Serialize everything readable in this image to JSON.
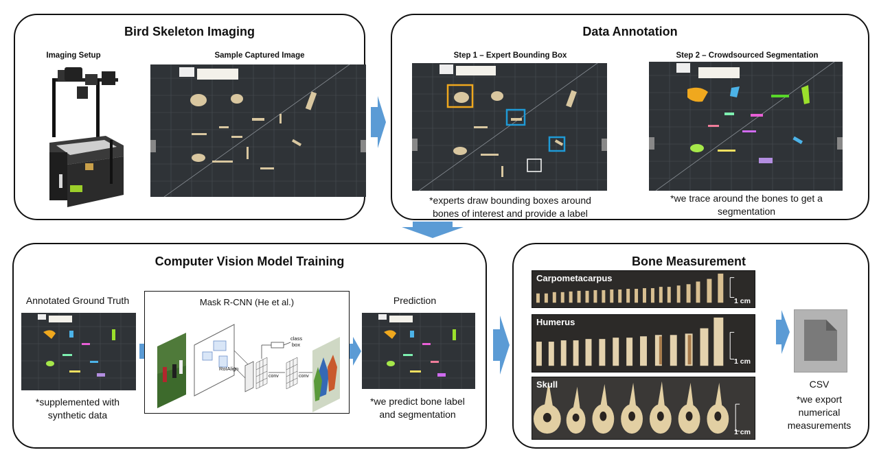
{
  "imaging": {
    "title": "Bird Skeleton Imaging",
    "setup_label": "Imaging Setup",
    "sample_label": "Sample Captured Image"
  },
  "annotation": {
    "title": "Data Annotation",
    "step1_label": "Step 1 – Expert Bounding Box",
    "step2_label": "Step 2 – Crowdsourced Segmentation",
    "step1_caption_l1": "*experts draw bounding boxes around",
    "step1_caption_l2": "bones of interest and provide a label",
    "step2_caption_l1": "*we trace around the bones to get a",
    "step2_caption_l2": "segmentation"
  },
  "training": {
    "title": "Computer Vision Model Training",
    "gt_label": "Annotated Ground Truth",
    "model_label": "Mask R-CNN (He et al.)",
    "prediction_label": "Prediction",
    "gt_caption_l1": "*supplemented with",
    "gt_caption_l2": "synthetic data",
    "pred_caption_l1": "*we predict bone label",
    "pred_caption_l2": "and segmentation",
    "roialign_label": "RoIAlign",
    "conv1_label": "conv",
    "conv2_label": "conv",
    "class_label": "class",
    "box_label": "box"
  },
  "measurement": {
    "title": "Bone Measurement",
    "strips": [
      {
        "name": "Carpometacarpus",
        "scale": "1 cm"
      },
      {
        "name": "Humerus",
        "scale": "1 cm"
      },
      {
        "name": "Skull",
        "scale": "1 cm"
      }
    ],
    "csv_label": "CSV",
    "csv_caption_l1": "*we export",
    "csv_caption_l2": "numerical",
    "csv_caption_l3": "measurements"
  },
  "colors": {
    "arrow_blue": "#5b9bd5",
    "bbox_orange": "#f0a81e",
    "bbox_blue": "#1f9ad6",
    "board": "#2f3337"
  }
}
